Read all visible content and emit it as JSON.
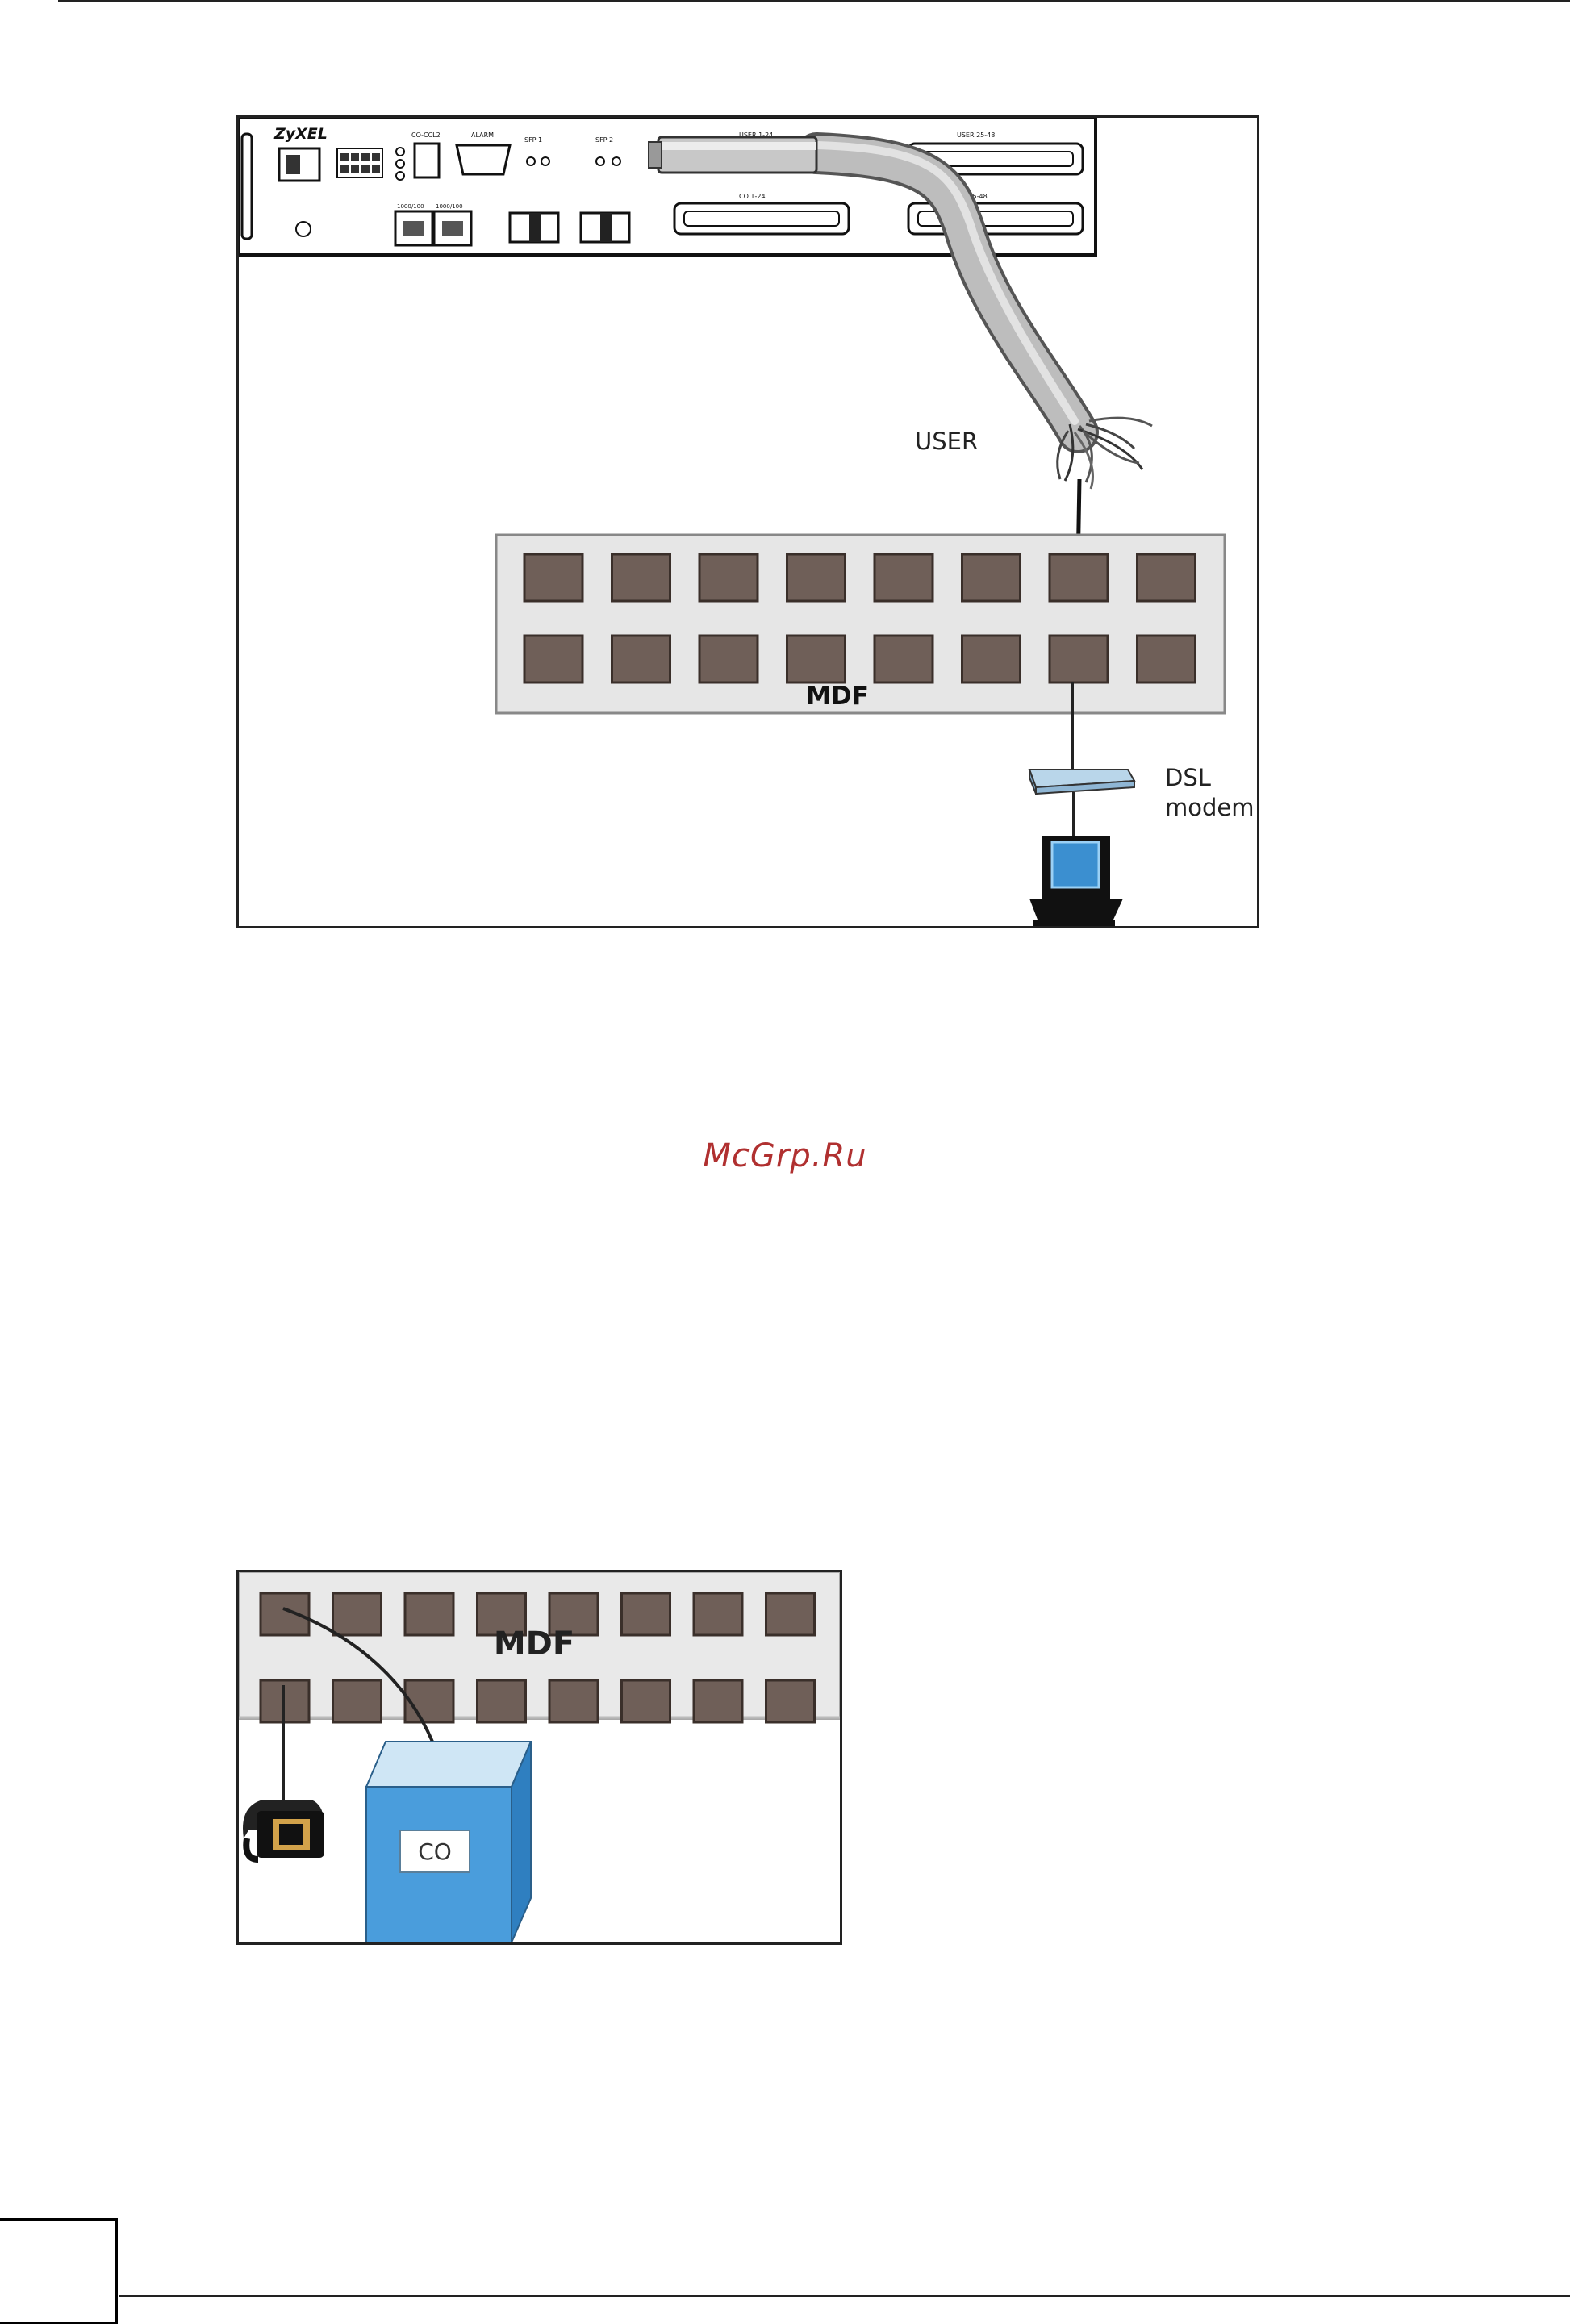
{
  "figure_top": {
    "device_brand": "ZyXEL",
    "device_port_labels": [
      "CO-CCL2",
      "ALARM",
      "SFP 1",
      "SFP 2",
      "USER 1-24",
      "USER 25-48",
      "CO 1-24",
      "CO 25-48",
      "1000/100",
      "1000/100"
    ],
    "cable_label": "USER",
    "mdf_label": "MDF",
    "modem_label_line1": "DSL",
    "modem_label_line2": "modem"
  },
  "watermark": "McGrp.Ru",
  "figure_bottom": {
    "mdf_label": "MDF",
    "co_label": "CO"
  },
  "colors": {
    "mdf_port": "#6f5f58",
    "mdf_panel": "#e6e6e6",
    "co_box": "#4a9ddc",
    "modem": "#9cc4e0",
    "screen": "#3b8fd0",
    "watermark": "#b03030"
  }
}
